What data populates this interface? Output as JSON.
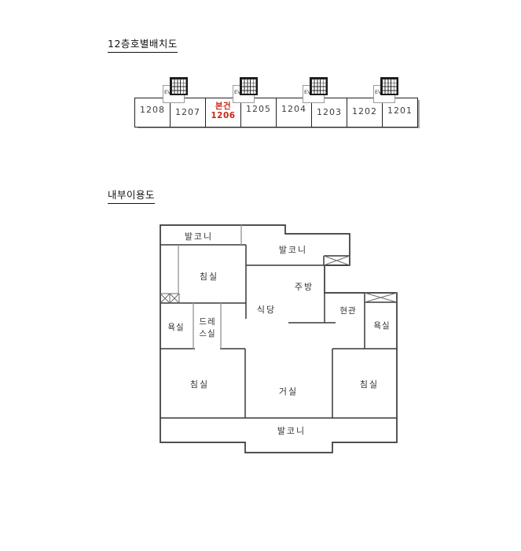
{
  "document": {
    "layout_section": {
      "title": "12층호별배치도"
    },
    "unit_row": {
      "elevator_label": "EV",
      "highlight_color": "#c62817",
      "units": [
        {
          "label": "1208"
        },
        {
          "label": "1207"
        },
        {
          "label": "1206",
          "prefix": "본건",
          "highlighted": true
        },
        {
          "label": "1205"
        },
        {
          "label": "1204"
        },
        {
          "label": "1203"
        },
        {
          "label": "1202"
        },
        {
          "label": "1201"
        }
      ]
    },
    "floorplan_section": {
      "title": "내부이용도"
    },
    "rooms": {
      "balcony_top_left": "발코니",
      "balcony_top_right": "발코니",
      "bedroom_top_left": "침실",
      "kitchen": "주방",
      "dining": "식당",
      "entrance": "현관",
      "bath_left": "욕실",
      "dressroom_line1": "드레",
      "dressroom_line2": "스실",
      "bath_right": "욕실",
      "bedroom_bottom_left": "침실",
      "living_room": "거실",
      "bedroom_bottom_right": "침실",
      "balcony_bottom": "발코니"
    }
  }
}
